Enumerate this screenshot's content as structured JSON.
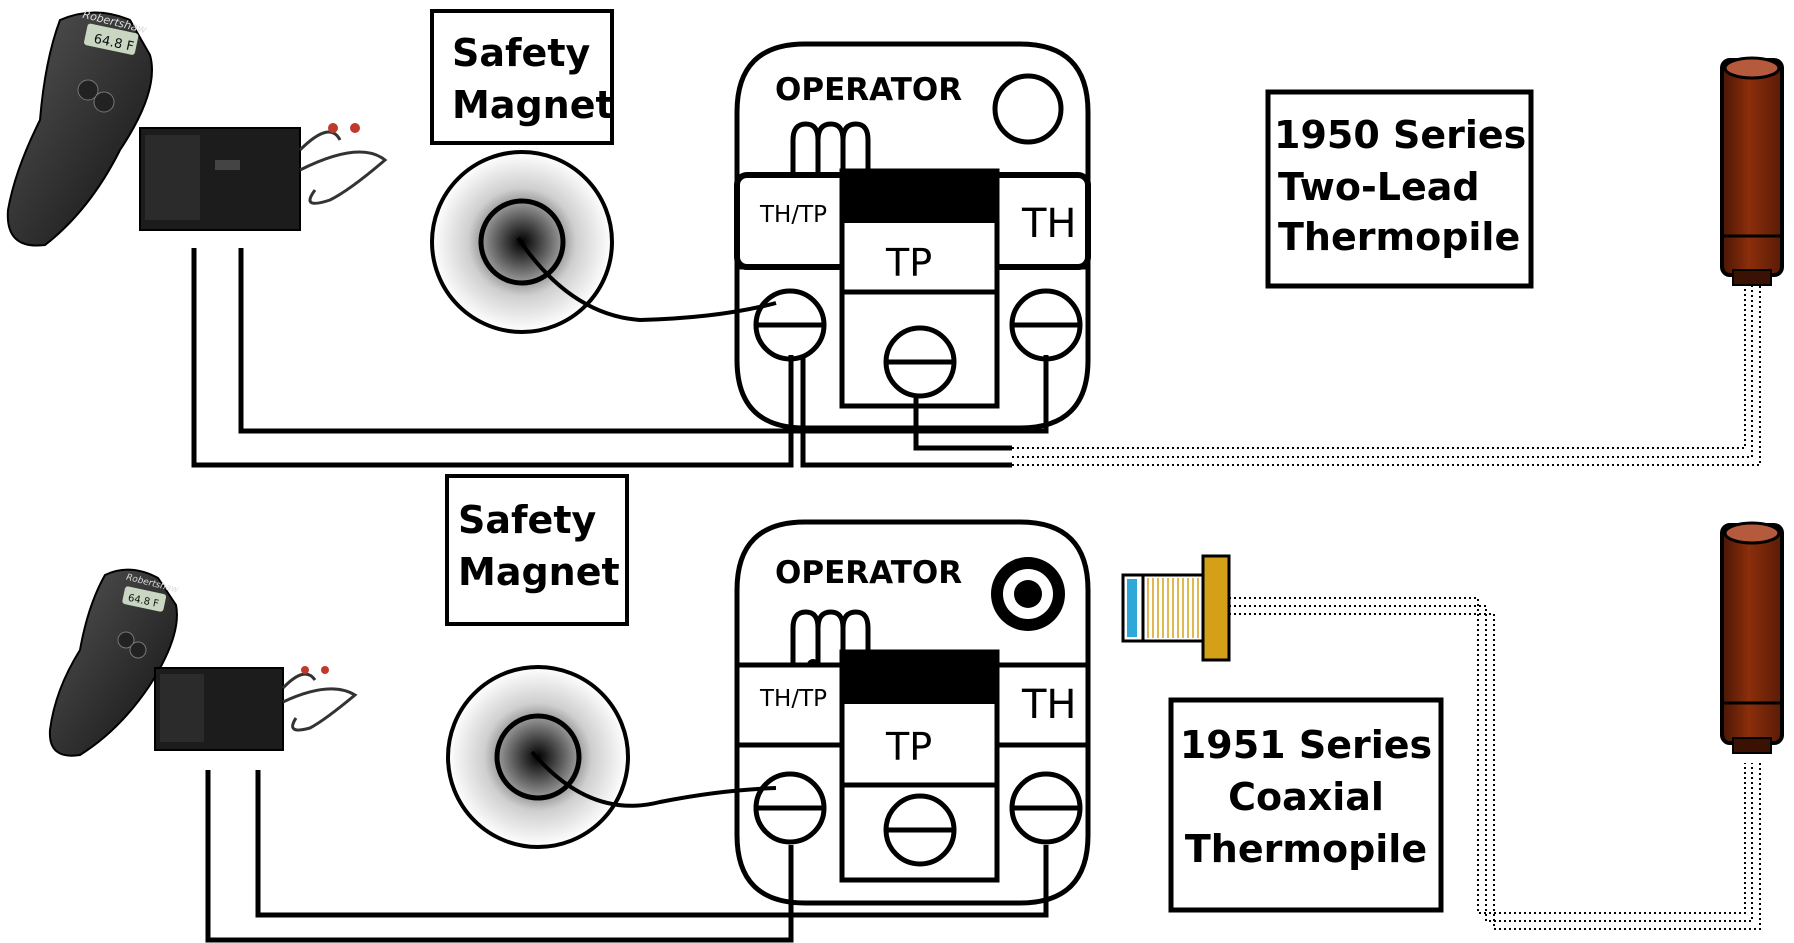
{
  "top": {
    "safety_magnet_line1": "Safety",
    "safety_magnet_line2": "Magnet",
    "operator_label": "OPERATOR",
    "th_tp_label": "TH/TP",
    "tp_label": "TP",
    "th_label": "TH",
    "series_line1": "1950 Series",
    "series_line2": "Two-Lead",
    "series_line3": "Thermopile",
    "remote_brand": "Robertshaw",
    "remote_display": "64.8 F"
  },
  "bottom": {
    "safety_magnet_line1": "Safety",
    "safety_magnet_line2": "Magnet",
    "operator_label": "OPERATOR",
    "th_tp_label": "TH/TP",
    "tp_label": "TP",
    "th_label": "TH",
    "series_line1": "1951 Series",
    "series_line2": "Coaxial",
    "series_line3": "Thermopile",
    "remote_brand": "Robertshaw",
    "remote_display": "64.8 F"
  },
  "colors": {
    "thermopile": "#8B2E0B",
    "thermopile_dark": "#5a1c06",
    "connector_gold": "#D4A017",
    "connector_blue": "#2EA8D8",
    "line": "#000000"
  }
}
